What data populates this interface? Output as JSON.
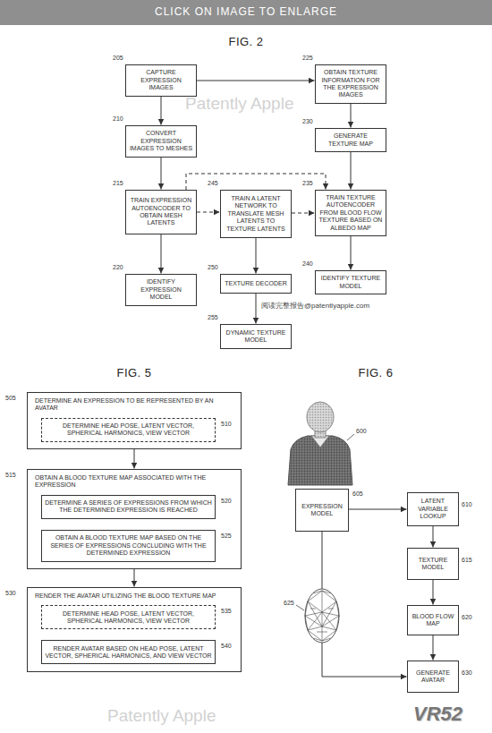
{
  "diagram": {
    "nodes": [
      {
        "text": [
          "CAPTURE EXPRESSION IMAGES"
        ]
      },
      {
        "text": [
          "OBTAIN TEXTURE INFORMATION FOR THE EXPRESSION IMAGES"
        ]
      },
      {
        "text": [
          "CONVERT EXPRESSION IMAGES TO MESHES"
        ]
      },
      {
        "text": [
          "GENERATE TEXTURE MAP"
        ]
      },
      {
        "text": [
          "TRAIN EXPRESSION AUTOENCODER TO OBTAIN MESH LATENTS"
        ]
      },
      {
        "text": [
          "TRAIN A LATENT NETWORK TO TRANSLATE MESH LATENTS TO TEXTURE LATENTS"
        ]
      },
      {
        "text": [
          "TRAIN TEXTURE AUTOENCODER FROM BLOOD FLOW TEXTURE BASED ON ALBEDO MAP"
        ]
      },
      {
        "text": [
          "IDENTIFY EXPRESSION MODEL"
        ]
      },
      {
        "text": [
          "TEXTURE DECODER"
        ]
      },
      {
        "text": [
          "IDENTIFY TEXTURE MODEL"
        ]
      },
      {
        "text": [
          "DYNAMIC TEXTURE MODEL"
        ]
      },
      {
        "text": [
          "DETERMINE AN EXPRESSION TO BE REPRESENTED BY AN AVATAR"
        ]
      },
      {
        "text": [
          "DETERMINE HEAD POSE, LATENT VECTOR, SPHERICAL HARMONICS, VIEW VECTOR"
        ],
        "in": 11
      },
      {
        "text": [
          "OBTAIN A BLOOD TEXTURE MAP ASSOCIATED WITH THE EXPRESSION"
        ]
      },
      {
        "text": [
          "DETERMINE A SERIES OF EXPRESSIONS FROM WHICH THE DETERMINED EXPRESSION IS REACHED"
        ],
        "in": 13
      },
      {
        "text": [
          "OBTAIN A BLOOD TEXTURE MAP BASED ON THE SERIES OF EXPRESSIONS CONCLUDING WITH THE DETERMINED EXPRESSION"
        ],
        "in": 13
      },
      {
        "text": [
          "RENDER THE AVATAR UTILIZING THE BLOOD TEXTURE MAP"
        ]
      },
      {
        "text": [
          "DETERMINE HEAD POSE, LATENT VECTOR, SPHERICAL HARMONICS, VIEW VECTOR"
        ],
        "in": 16
      },
      {
        "text": [
          "RENDER AVATAR BASED ON HEAD POSE, LATENT VECTOR, SPHERICAL HARMONICS, AND VIEW VECTOR"
        ],
        "in": 16
      },
      {
        "text": [
          "EXPRESSION MODEL"
        ]
      },
      {
        "text": [
          "LATENT VARIABLE LOOKUP"
        ]
      },
      {
        "text": [
          "TEXTURE MODEL"
        ]
      },
      {
        "text": [
          "BLOOD FLOW MAP"
        ]
      },
      {
        "text": [
          "GENERATE AVATAR"
        ]
      }
    ],
    "edges": [
      {
        "from": 0,
        "to": 2,
        "arrow": "to"
      },
      {
        "from": 2,
        "to": 4,
        "arrow": "to"
      },
      {
        "from": 4,
        "to": 7,
        "arrow": "to"
      },
      {
        "from": 0,
        "to": 1,
        "arrow": "to"
      },
      {
        "from": 1,
        "to": 3,
        "arrow": "to"
      },
      {
        "from": 3,
        "to": 6,
        "arrow": "to"
      },
      {
        "from": 6,
        "to": 9,
        "arrow": "to"
      },
      {
        "from": 4,
        "to": 5,
        "arrow": "to"
      },
      {
        "from": 5,
        "to": 6,
        "arrow": "to"
      },
      {
        "from": 4,
        "to": 6,
        "arrow": "to"
      },
      {
        "from": 5,
        "to": 8,
        "arrow": "to"
      },
      {
        "from": 8,
        "to": 10,
        "arrow": "to"
      },
      {
        "from": 11,
        "to": 13,
        "arrow": "to"
      },
      {
        "from": 14,
        "to": 15,
        "arrow": "to"
      },
      {
        "from": 13,
        "to": 16,
        "arrow": "to"
      },
      {
        "from": 17,
        "to": 18,
        "arrow": "to"
      },
      {
        "from": 19,
        "to": 20,
        "arrow": "to"
      },
      {
        "from": 20,
        "to": 21,
        "arrow": "to"
      },
      {
        "from": 21,
        "to": 22,
        "arrow": "to"
      },
      {
        "from": 22,
        "to": 23,
        "arrow": "to"
      },
      {
        "from": 19,
        "to": 23,
        "arrow": "to"
      }
    ],
    "labels": [
      "CLICK ON IMAGE TO ENLARGE",
      "FIG. 2",
      "205",
      "225",
      "210",
      "230",
      "215",
      "245",
      "235",
      "220",
      "250",
      "240",
      "255",
      "Patently Apple",
      "阅读完整报告@patentlyapple.com",
      "FIG. 5",
      "FIG. 6",
      "505",
      "510",
      "515",
      "520",
      "525",
      "530",
      "535",
      "540",
      "600",
      "605",
      "610",
      "615",
      "620",
      "625",
      "630",
      "Patently Apple",
      "VR52"
    ]
  }
}
